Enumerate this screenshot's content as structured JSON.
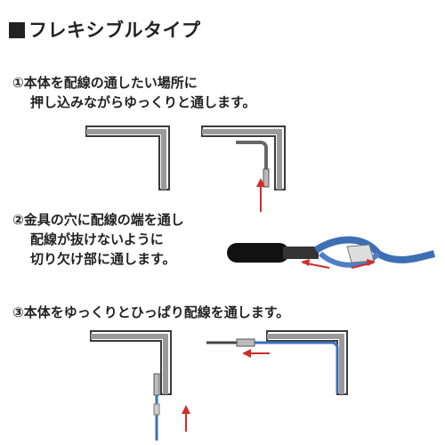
{
  "title": "フレキシブルタイプ",
  "steps": [
    {
      "marker": "①",
      "lines": [
        "本体を配線の通したい場所に",
        "押し込みながらゆっくりと通します。"
      ]
    },
    {
      "marker": "②",
      "lines": [
        "金具の穴に配線の端を通し",
        "配線が抜けないように",
        "切り欠け部に通します。"
      ]
    },
    {
      "marker": "③",
      "lines": [
        "本体をゆっくりとひっぱり配線を通します。"
      ]
    }
  ],
  "colors": {
    "frame_fill": "#9a9a9a",
    "frame_stroke": "#3a3a3a",
    "arrow_red": "#d22b2b",
    "cable_blue": "#3d6fb5"
  }
}
